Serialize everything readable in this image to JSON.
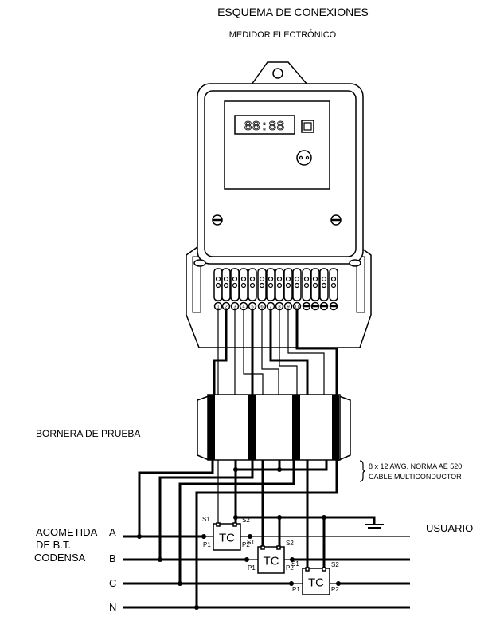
{
  "title": "ESQUEMA DE CONEXIONES",
  "subtitle": "MEDIDOR ELECTRÓNICO",
  "display_digits": "88:88",
  "terminals": [
    "1",
    "2",
    "3",
    "4",
    "5",
    "6",
    "7",
    "8",
    "9",
    "11"
  ],
  "bornera_label": "BORNERA DE PRUEBA",
  "cable_note": [
    "8 x 12 AWG. NORMA AE 520",
    "CABLE MULTICONDUCTOR"
  ],
  "user_label": "USUARIO",
  "supply_label": [
    "ACOMETIDA",
    "DE B.T.",
    "CODENSA"
  ],
  "phases": [
    "A",
    "B",
    "C",
    "N"
  ],
  "tc": {
    "label": "TC",
    "s1": "S1",
    "s2": "S2",
    "p1": "P1",
    "p2": "P2"
  },
  "colors": {
    "ink": "#000000",
    "background": "#ffffff"
  }
}
